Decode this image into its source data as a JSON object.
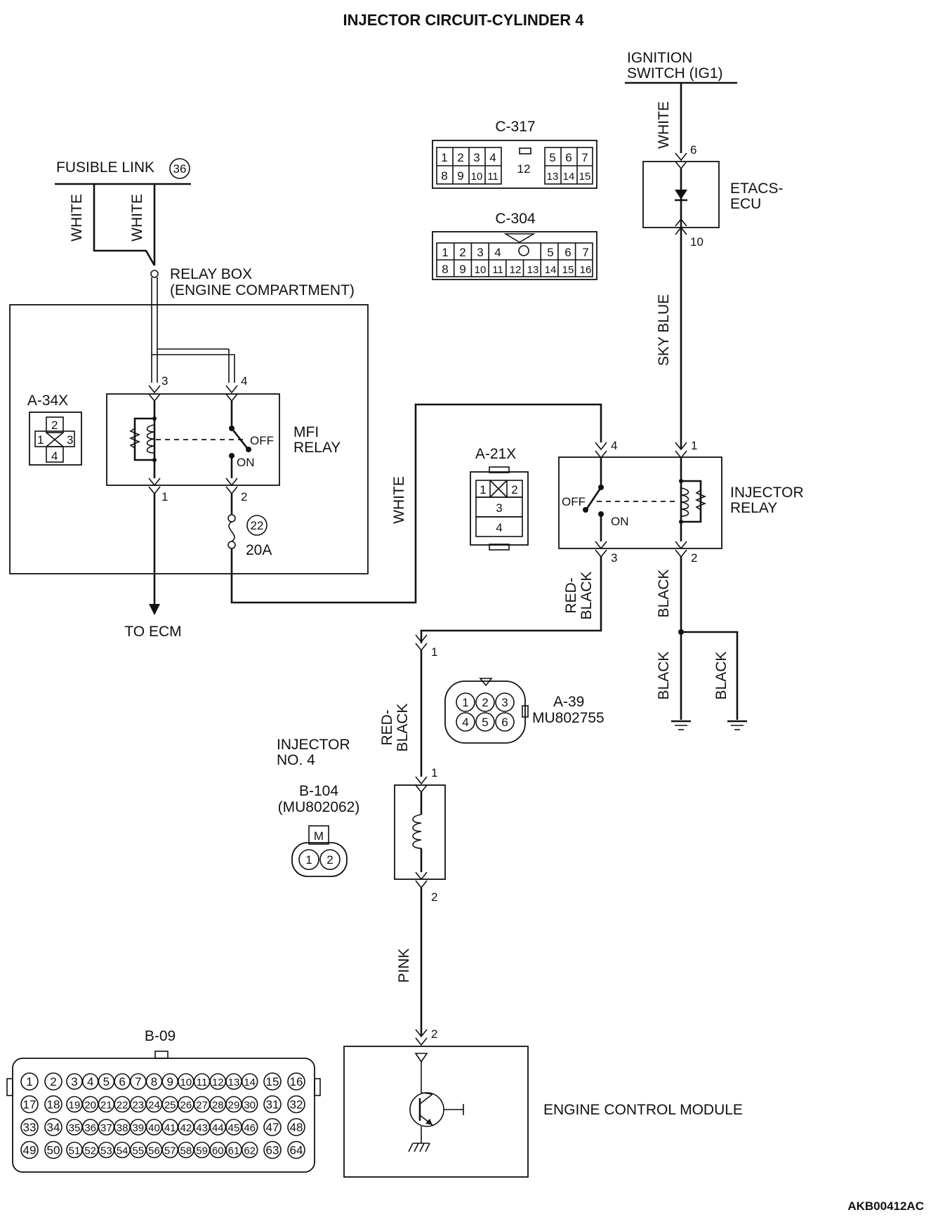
{
  "title": "INJECTOR CIRCUIT-CYLINDER 4",
  "figure_id": "AKB00412AC",
  "ignition": {
    "line1": "IGNITION",
    "line2": "SWITCH (IG1)"
  },
  "fusible_link": {
    "label": "FUSIBLE LINK",
    "number": "36"
  },
  "relay_box": {
    "line1": "RELAY BOX",
    "line2": "(ENGINE COMPARTMENT)"
  },
  "to_ecm": "TO ECM",
  "mfi_relay": {
    "line1": "MFI",
    "line2": "RELAY",
    "off": "OFF",
    "on": "ON",
    "pins": [
      "3",
      "4",
      "1",
      "2"
    ]
  },
  "fuse": {
    "number": "22",
    "rating": "20A"
  },
  "etacs": {
    "line1": "ETACS-",
    "line2": "ECU",
    "pin_in": "6",
    "pin_out": "10"
  },
  "injector_relay": {
    "line1": "INJECTOR",
    "line2": "RELAY",
    "off": "OFF",
    "on": "ON",
    "pins": [
      "4",
      "1",
      "3",
      "2"
    ]
  },
  "injector": {
    "line1": "INJECTOR",
    "line2": "NO. 4",
    "pins": [
      "1",
      "1",
      "2",
      "2"
    ]
  },
  "ecm": {
    "label": "ENGINE CONTROL MODULE"
  },
  "wires": {
    "white_ignition": "WHITE",
    "white_fl_1": "WHITE",
    "white_fl_2": "WHITE",
    "sky_blue": "SKY BLUE",
    "white_mid": "WHITE",
    "red_black_1_a": "RED-",
    "red_black_1_b": "BLACK",
    "red_black_2_a": "RED-",
    "red_black_2_b": "BLACK",
    "black_1": "BLACK",
    "black_2": "BLACK",
    "black_3": "BLACK",
    "pink": "PINK"
  },
  "connectors": {
    "c317": {
      "name": "C-317",
      "top_left": [
        "1",
        "2",
        "3",
        "4"
      ],
      "top_right": [
        "5",
        "6",
        "7"
      ],
      "bottom_left": [
        "8",
        "9",
        "10",
        "11"
      ],
      "bottom_right": [
        "13",
        "14",
        "15"
      ],
      "center": "12"
    },
    "c304": {
      "name": "C-304",
      "top": [
        "1",
        "2",
        "3",
        "4",
        "",
        "5",
        "6",
        "7"
      ],
      "bottom": [
        "8",
        "9",
        "10",
        "11",
        "12",
        "13",
        "14",
        "15",
        "16"
      ]
    },
    "a34x": {
      "name": "A-34X",
      "pins": [
        "1",
        "2",
        "3",
        "4"
      ]
    },
    "a21x": {
      "name": "A-21X",
      "pins": [
        "1",
        "2",
        "3",
        "4"
      ]
    },
    "a39": {
      "name": "A-39",
      "part": "MU802755",
      "pins": [
        "1",
        "2",
        "3",
        "4",
        "5",
        "6"
      ]
    },
    "b104": {
      "name": "B-104",
      "part": "(MU802062)",
      "pins": [
        "1",
        "2"
      ],
      "mark": "M"
    },
    "b09": {
      "name": "B-09",
      "rows": [
        [
          "1",
          "2",
          "3",
          "4",
          "5",
          "6",
          "7",
          "8",
          "9",
          "10",
          "11",
          "12",
          "13",
          "14",
          "15",
          "16"
        ],
        [
          "17",
          "18",
          "19",
          "20",
          "21",
          "22",
          "23",
          "24",
          "25",
          "26",
          "27",
          "28",
          "29",
          "30",
          "31",
          "32"
        ],
        [
          "33",
          "34",
          "35",
          "36",
          "37",
          "38",
          "39",
          "40",
          "41",
          "42",
          "43",
          "44",
          "45",
          "46",
          "47",
          "48"
        ],
        [
          "49",
          "50",
          "51",
          "52",
          "53",
          "54",
          "55",
          "56",
          "57",
          "58",
          "59",
          "60",
          "61",
          "62",
          "63",
          "64"
        ]
      ]
    }
  }
}
